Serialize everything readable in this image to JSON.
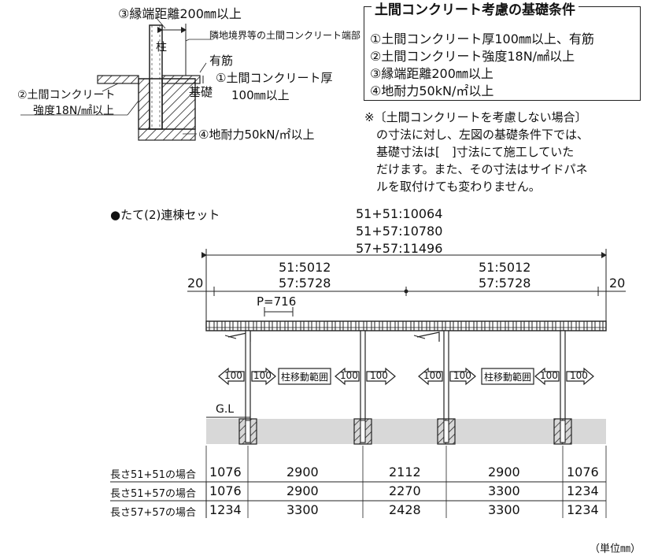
{
  "detail": {
    "edge_distance": "③縁端距離200㎜以上",
    "pillar": "柱",
    "boundary": "隣地境界等の土間コンクリート端部",
    "rebar": "有筋",
    "foundation": "基礎",
    "slab_thickness_1": "①土間コンクリート厚",
    "slab_thickness_2": "100㎜以上",
    "slab_strength_1": "②土間コンクリート",
    "slab_strength_2": "強度18N/㎟以上",
    "bearing": "④地耐力50kN/㎡以上"
  },
  "conditions": {
    "title": "土間コンクリート考慮の基礎条件",
    "items": [
      "①土間コンクリート厚100㎜以上、有筋",
      "②土間コンクリート強度18N/㎟以上",
      "③縁端距離200㎜以上",
      "④地耐力50kN/㎡以上"
    ],
    "note": "※〔土間コンクリートを考慮しない場合〕\n　の寸法に対し、左図の基礎条件下では、\n　基礎寸法は[　]寸法にて施工していた\n　だけます。また、その寸法はサイドパネ\n　ルを取付けても変わりません。"
  },
  "set": {
    "title": "●たて(2)連棟セット",
    "total_lines": [
      "51+51:10064",
      "51+57:10780",
      "57+57:11496"
    ],
    "left_lines": [
      "51:5012",
      "57:5728"
    ],
    "right_lines": [
      "51:5012",
      "57:5728"
    ],
    "overhang_left": "20",
    "overhang_right": "20",
    "pitch": "P=716",
    "move_label": "柱移動範囲",
    "arrow_value": "100",
    "ground_label": "G.L"
  },
  "table": {
    "rows": [
      {
        "label": "長さ51+51の場合",
        "values": [
          "1076",
          "2900",
          "2112",
          "2900",
          "1076"
        ]
      },
      {
        "label": "長さ51+57の場合",
        "values": [
          "1076",
          "2900",
          "2270",
          "3300",
          "1234"
        ]
      },
      {
        "label": "長さ57+57の場合",
        "values": [
          "1234",
          "3300",
          "2428",
          "3300",
          "1234"
        ]
      }
    ]
  },
  "unit": "（単位㎜）"
}
